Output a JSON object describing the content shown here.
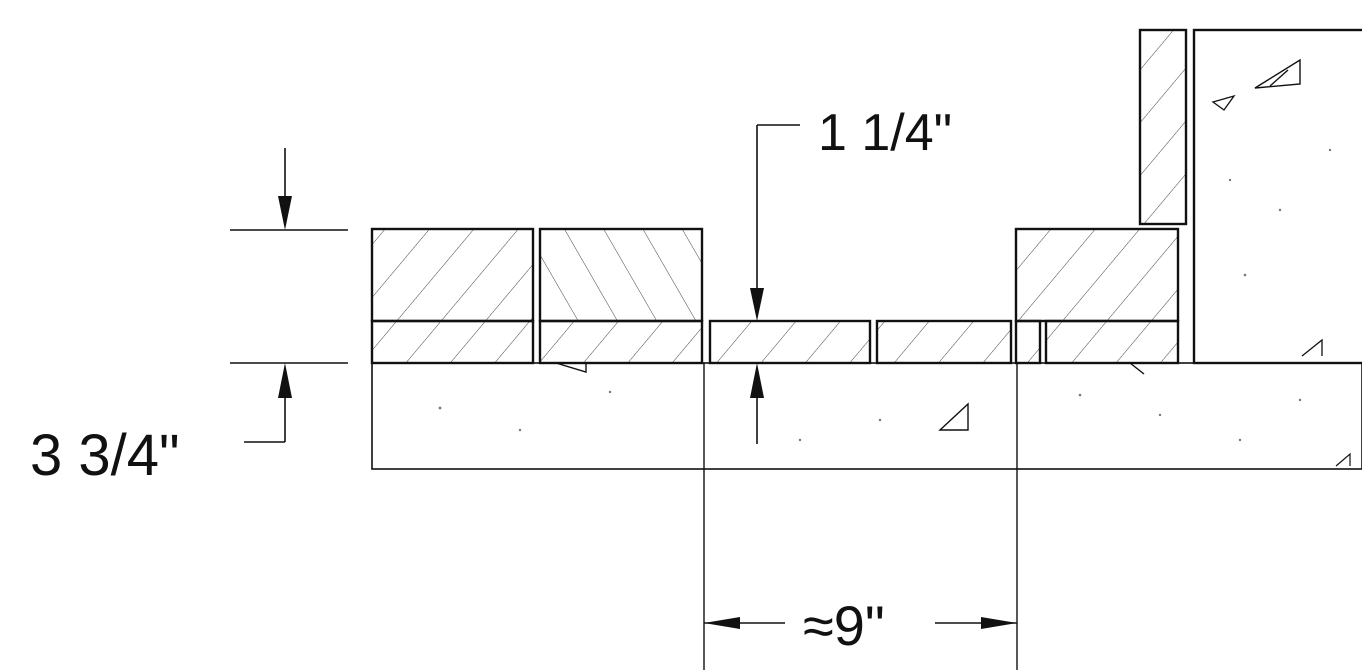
{
  "dimensions": {
    "overall_thickness": "3 3/4\"",
    "thin_layer": "1 1/4\"",
    "gap_width": "≈9\""
  }
}
